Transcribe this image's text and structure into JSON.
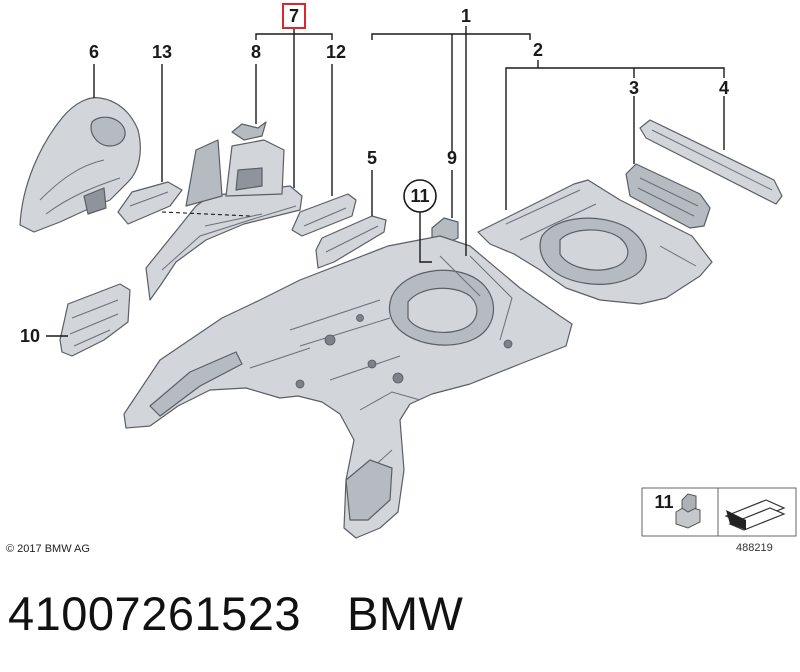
{
  "labels": {
    "l1": "1",
    "l2": "2",
    "l3": "3",
    "l4": "4",
    "l5": "5",
    "l6": "6",
    "l7": "7",
    "l8": "8",
    "l9": "9",
    "l10": "10",
    "l11": "11",
    "l12": "12",
    "l13": "13"
  },
  "highlight_label": "7",
  "highlight_color": "#d9272e",
  "legend": {
    "label": "11"
  },
  "copyright": "© 2017 BMW AG",
  "diagram_number": "488219",
  "footer": {
    "part_number": "41007261523",
    "brand": "BMW"
  }
}
